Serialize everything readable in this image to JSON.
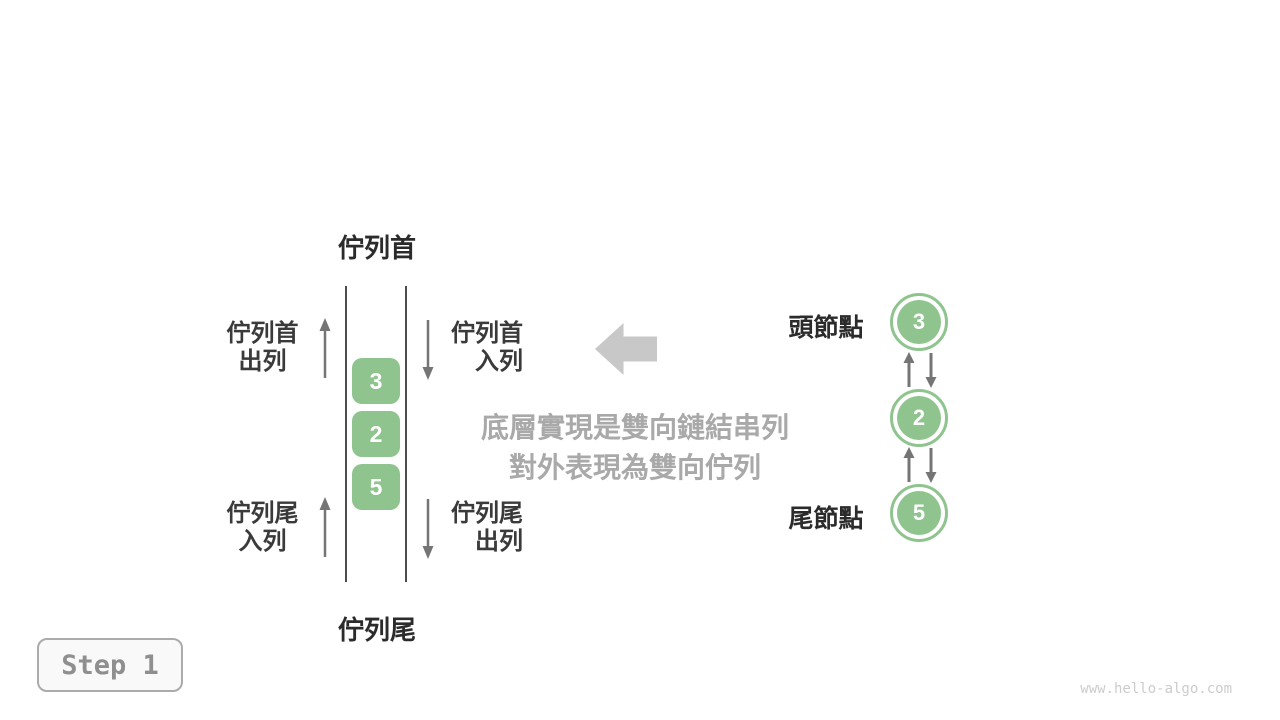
{
  "diagram": {
    "queue": {
      "top_label": "佇列首",
      "bottom_label": "佇列尾",
      "items": [
        "3",
        "2",
        "5"
      ],
      "operations": {
        "front_dequeue": {
          "line1": "佇列首",
          "line2": "出列"
        },
        "front_enqueue": {
          "line1": "佇列首",
          "line2": "入列"
        },
        "rear_enqueue": {
          "line1": "佇列尾",
          "line2": "入列"
        },
        "rear_dequeue": {
          "line1": "佇列尾",
          "line2": "出列"
        }
      }
    },
    "caption": {
      "line1": "底層實現是雙向鏈結串列",
      "line2": "對外表現為雙向佇列"
    },
    "linked_list": {
      "head_label": "頭節點",
      "tail_label": "尾節點",
      "nodes": [
        "3",
        "2",
        "5"
      ]
    }
  },
  "step_badge": {
    "label": "Step 1"
  },
  "watermark": "www.hello-algo.com",
  "colors": {
    "node_green": "#8FC48F",
    "arrow_gray": "#757575",
    "line_dark": "#4d4d4d",
    "big_arrow_gray": "#C8C8C8",
    "caption_gray": "#A9A9A9",
    "text_dark": "#2F2F2F"
  }
}
